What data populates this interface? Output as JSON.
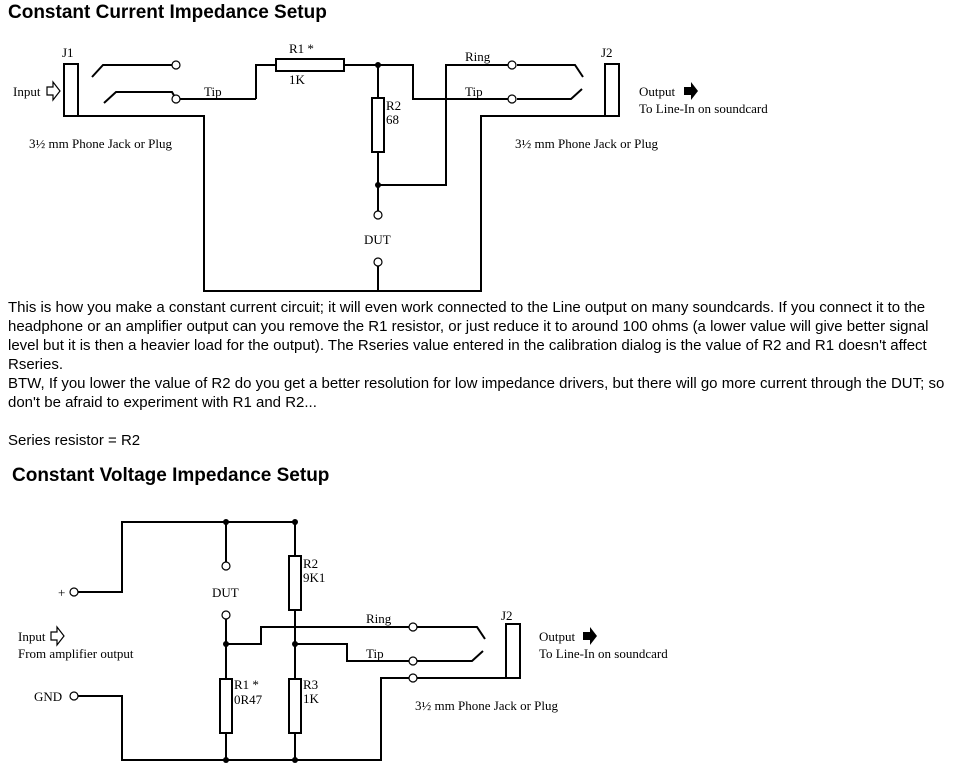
{
  "section1": {
    "title": "Constant Current Impedance Setup",
    "diagram": {
      "j1_label": "J1",
      "input_label": "Input",
      "r1_label": "R1 *",
      "r1_value": "1K",
      "tip_left": "Tip",
      "r2_label": "R2",
      "r2_value": "68",
      "ring_label": "Ring",
      "tip_right": "Tip",
      "j2_label": "J2",
      "output_label": "Output",
      "output_sub": "To Line-In on soundcard",
      "jack_left": "3½ mm Phone Jack or Plug",
      "jack_right": "3½ mm Phone Jack or Plug",
      "dut_label": "DUT"
    }
  },
  "description": {
    "para1": "This is how you make a constant current circuit; it will even work connected to the Line output on many soundcards. If you connect it to the headphone or an amplifier output can you remove the R1 resistor, or just reduce it to around 100 ohms (a lower value will give better signal level but it is then a heavier load for the output). The Rseries value entered in the calibration dialog is the value of R2 and R1 doesn't affect Rseries.",
    "para2": "BTW, If you lower the value of R2 do you get a better resolution for low impedance drivers, but there will go more current through the DUT; so don't be afraid to experiment with R1 and R2...",
    "para3": "Series resistor = R2"
  },
  "section2": {
    "title": "Constant Voltage Impedance Setup",
    "diagram": {
      "plus_label": "+",
      "dut_label": "DUT",
      "r2_label": "R2",
      "r2_value": "9K1",
      "ring_label": "Ring",
      "j2_label": "J2",
      "input_label": "Input",
      "input_sub": "From amplifier output",
      "output_label": "Output",
      "output_sub": "To Line-In on soundcard",
      "tip_label": "Tip",
      "gnd_label": "GND",
      "r1_label": "R1 *",
      "r1_value": "0R47",
      "r3_label": "R3",
      "r3_value": "1K",
      "jack_label": "3½ mm Phone Jack or Plug"
    }
  }
}
